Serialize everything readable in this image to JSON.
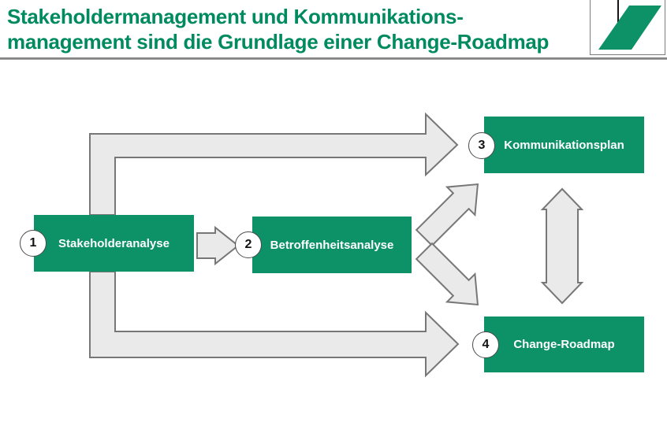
{
  "header": {
    "title_line1": "Stakeholdermanagement und Kommunikations-",
    "title_line2": "management sind die Grundlage einer Change-Roadmap"
  },
  "logo": {
    "description": "white square with black vertical line and green diagonal stripe"
  },
  "colors": {
    "brand_green": "#0d9167",
    "title_green": "#008a5f",
    "arrow_fill": "#eaeaea",
    "arrow_stroke": "#777777"
  },
  "diagram": {
    "nodes": [
      {
        "number": "1",
        "label": "Stakeholderanalyse"
      },
      {
        "number": "2",
        "label": "Betroffenheitsanalyse"
      },
      {
        "number": "3",
        "label": "Kommunikationsplan"
      },
      {
        "number": "4",
        "label": "Change-Roadmap"
      }
    ],
    "connections": [
      "1 to 3 via elbow arrow (top)",
      "1 to 2 via small arrow",
      "1 to 4 via elbow arrow (bottom)",
      "2 to 3 via diagonal arrow",
      "2 to 4 via diagonal arrow",
      "3 and 4 linked via vertical double arrow"
    ]
  }
}
